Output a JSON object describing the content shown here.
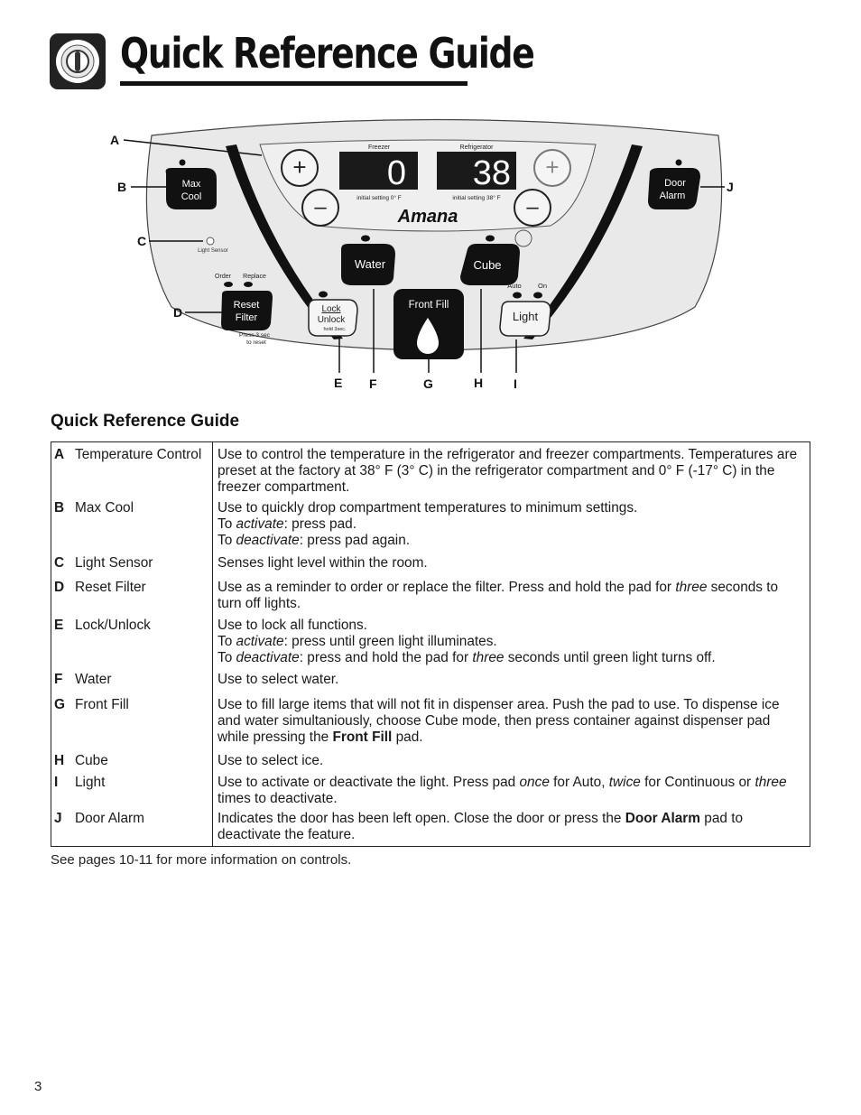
{
  "header": {
    "title": "Quick Reference Guide",
    "icon": "dial-knob-icon"
  },
  "panel": {
    "callouts": [
      "A",
      "B",
      "C",
      "D",
      "E",
      "F",
      "G",
      "H",
      "I",
      "J"
    ],
    "freezer_label": "Freezer",
    "refrigerator_label": "Refrigerator",
    "freezer_value": "0",
    "refrigerator_value": "38",
    "freezer_initial": "initial setting 0° F",
    "refrigerator_initial": "initial setting 38° F",
    "brand": "Amana",
    "max_cool_1": "Max",
    "max_cool_2": "Cool",
    "door_alarm_1": "Door",
    "door_alarm_2": "Alarm",
    "light_sensor": "Light Sensor",
    "order": "Order",
    "replace": "Replace",
    "reset_1": "Reset",
    "reset_2": "Filter",
    "press3_1": "Press 3 sec",
    "press3_2": "to reset",
    "lock": "Lock",
    "unlock": "Unlock",
    "hold3": "hold 3sec.",
    "water": "Water",
    "cube": "Cube",
    "front_fill": "Front Fill",
    "auto": "Auto",
    "on": "On",
    "light": "Light"
  },
  "section_title": "Quick Reference Guide",
  "rows": [
    {
      "letter": "A",
      "name": "Temperature Control",
      "desc": [
        "Use to control the temperature in the refrigerator and freezer compartments. Temperatures are preset at the factory at 38° F (3° C) in the refrigerator compartment and 0° F (-17° C) in the freezer compartment."
      ]
    },
    {
      "letter": "B",
      "name": "Max Cool",
      "desc": [
        "Use to quickly drop compartment temperatures to minimum settings."
      ],
      "desc2a": "To ",
      "desc2i": "activate",
      "desc2b": ": press pad.",
      "desc3a": "To ",
      "desc3i": "deactivate",
      "desc3b": ": press pad again."
    },
    {
      "letter": "C",
      "name": "Light Sensor",
      "desc": [
        "Senses light level within the room."
      ]
    },
    {
      "letter": "D",
      "name": "Reset Filter",
      "d1": "Use as a reminder to order or replace the filter. Press and hold the pad for ",
      "d1i": "three",
      "d1b": " seconds to turn off lights."
    },
    {
      "letter": "E",
      "name": "Lock/Unlock",
      "desc": [
        "Use to lock all functions."
      ],
      "desc2a": "To ",
      "desc2i": "activate",
      "desc2b": ": press until green light illuminates.",
      "desc3a": "To ",
      "desc3i": "deactivate",
      "desc3b": ": press and hold the pad for ",
      "desc3i2": "three",
      "desc3c": " seconds until green light turns off."
    },
    {
      "letter": "F",
      "name": "Water",
      "desc": [
        "Use to select water."
      ]
    },
    {
      "letter": "G",
      "name": "Front Fill",
      "d1": "Use to fill large items that will not fit in dispenser area. Push the pad to use. To dispense ice and water simultaniously, choose Cube mode, then press container against dispenser pad while pressing the ",
      "d1s": "Front Fill",
      "d1b": " pad."
    },
    {
      "letter": "H",
      "name": "Cube",
      "desc": [
        "Use to select ice."
      ]
    },
    {
      "letter": "I",
      "name": "Light",
      "d1": "Use to activate or deactivate the light. Press pad ",
      "d1i": "once",
      "d1b": " for Auto, ",
      "d1i2": "twice",
      "d1c": " for Continuous or ",
      "d1i3": "three",
      "d1d": " times to deactivate."
    },
    {
      "letter": "J",
      "name": "Door Alarm",
      "d1": "Indicates the door has been left open. Close the door or press the ",
      "d1s": "Door Alarm",
      "d1b": " pad to deactivate the feature."
    }
  ],
  "footnote": "See pages 10-11 for more information on controls.",
  "page_number": "3"
}
